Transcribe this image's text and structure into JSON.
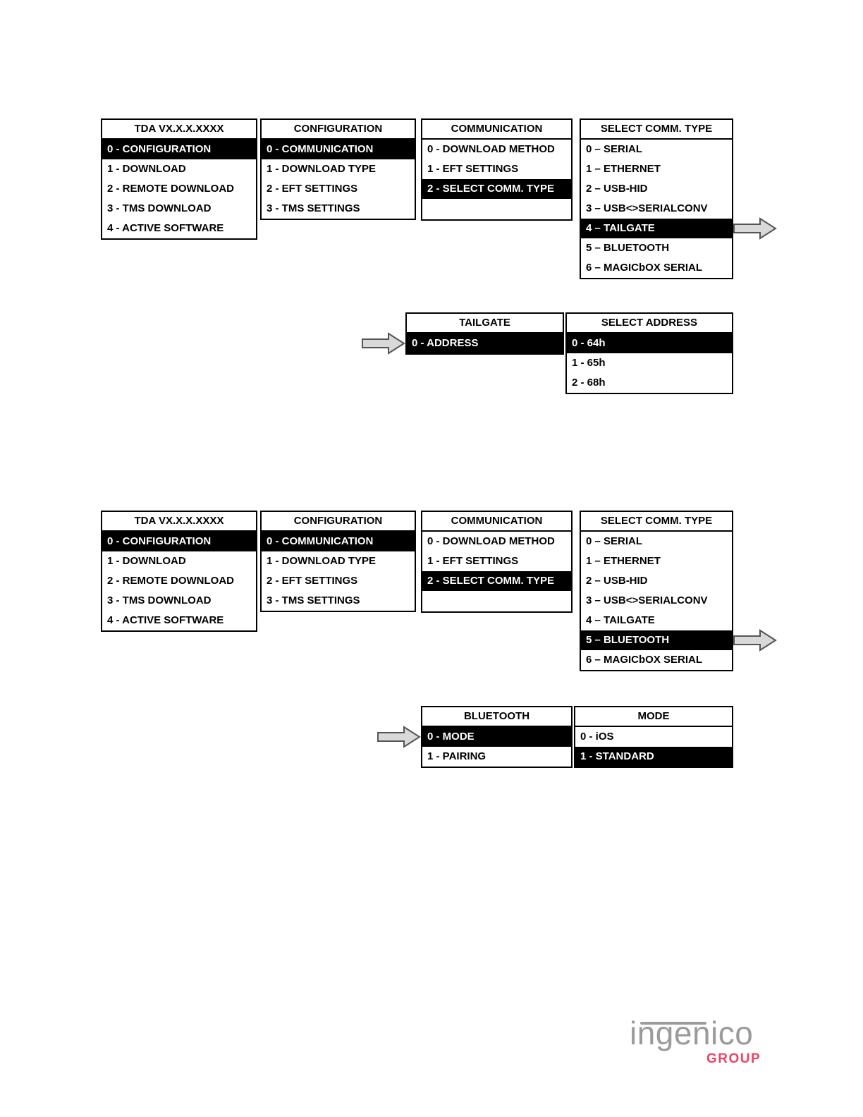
{
  "diagram_top": {
    "menus": [
      {
        "title": "TDA VX.X.X.XXXX",
        "highlighted_row": 0,
        "rows": [
          "0 - CONFIGURATION",
          "1 - DOWNLOAD",
          "2 - REMOTE DOWNLOAD",
          "3 - TMS DOWNLOAD",
          "4 - ACTIVE SOFTWARE"
        ]
      },
      {
        "title": "CONFIGURATION",
        "highlighted_row": 0,
        "rows": [
          "0 - COMMUNICATION",
          "1 - DOWNLOAD TYPE",
          "2 - EFT SETTINGS",
          "3 - TMS SETTINGS"
        ]
      },
      {
        "title": "COMMUNICATION",
        "highlighted_row": 2,
        "rows": [
          "0 - DOWNLOAD METHOD",
          "1 - EFT SETTINGS",
          "2 - SELECT COMM. TYPE"
        ]
      },
      {
        "title": "SELECT COMM. TYPE",
        "highlighted_row": 4,
        "rows": [
          "0 – SERIAL",
          "1 – ETHERNET",
          "2 – USB-HID",
          "3 – USB<>SERIALCONV",
          "4 – TAILGATE",
          "5 – BLUETOOTH",
          "6 – MAGICbOX SERIAL"
        ]
      }
    ],
    "submenus": [
      {
        "title": "TAILGATE",
        "highlighted_row": 0,
        "rows": [
          "0 - ADDRESS"
        ]
      },
      {
        "title": "SELECT ADDRESS",
        "highlighted_row": 0,
        "rows": [
          "0 - 64h",
          "1 - 65h",
          "2 - 68h"
        ]
      }
    ]
  },
  "diagram_bottom": {
    "menus": [
      {
        "title": "TDA VX.X.X.XXXX",
        "highlighted_row": 0,
        "rows": [
          "0 - CONFIGURATION",
          "1 - DOWNLOAD",
          "2 - REMOTE DOWNLOAD",
          "3 - TMS DOWNLOAD",
          "4 - ACTIVE SOFTWARE"
        ]
      },
      {
        "title": "CONFIGURATION",
        "highlighted_row": 0,
        "rows": [
          "0 - COMMUNICATION",
          "1 - DOWNLOAD TYPE",
          "2 - EFT SETTINGS",
          "3 - TMS SETTINGS"
        ]
      },
      {
        "title": "COMMUNICATION",
        "highlighted_row": 2,
        "rows": [
          "0 - DOWNLOAD METHOD",
          "1 - EFT SETTINGS",
          "2 - SELECT COMM. TYPE"
        ]
      },
      {
        "title": "SELECT COMM. TYPE",
        "highlighted_row": 5,
        "rows": [
          "0 – SERIAL",
          "1 – ETHERNET",
          "2 – USB-HID",
          "3 – USB<>SERIALCONV",
          "4 – TAILGATE",
          "5 – BLUETOOTH",
          "6 – MAGICbOX SERIAL"
        ]
      }
    ],
    "submenus": [
      {
        "title": "BLUETOOTH",
        "highlighted_row": 0,
        "rows": [
          "0 - MODE",
          "1 - PAIRING"
        ]
      },
      {
        "title": "MODE",
        "highlighted_row": 1,
        "rows": [
          "0 - iOS",
          "1 - STANDARD"
        ]
      }
    ]
  },
  "footer": {
    "logo_text": "ingenico",
    "logo_subtext": "GROUP"
  },
  "colors": {
    "highlight_bg": "#000000",
    "highlight_text": "#ffffff",
    "arrow_fill": "#d9d9d9",
    "arrow_outline": "#555555",
    "logo_gray": "#9b9b9b",
    "logo_pink": "#ee4266"
  }
}
